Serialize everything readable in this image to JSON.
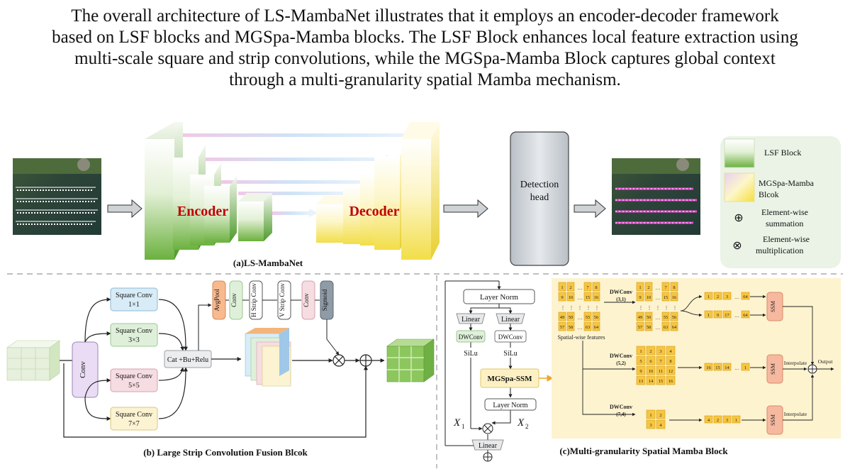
{
  "caption": [
    "The overall architecture of LS-MambaNet illustrates that it employs an encoder-decoder framework",
    "based on LSF blocks and MGSpa-Mamba blocks. The LSF Block enhances local feature extraction using",
    "multi-scale square and strip convolutions, while the MGSpa-Mamba Block captures global context",
    "through a multi-granularity spatial Mamba mechanism."
  ],
  "panel_a": {
    "label": "(a)LS-MambaNet",
    "encoder": "Encoder",
    "decoder": "Decoder",
    "detection_head": [
      "Detection",
      "head"
    ],
    "legend": {
      "lsf": "LSF Block",
      "mgspa": [
        "MGSpa-Mamba",
        "Blcok"
      ],
      "sum_symbol": "⊕",
      "sum": [
        "Element-wise",
        "summation"
      ],
      "mult_symbol": "⊗",
      "mult": [
        "Element-wise",
        "multiplication"
      ]
    }
  },
  "panel_b": {
    "label": "(b) Large Strip Convolution Fusion Blcok",
    "conv": "Conv",
    "square_convs": [
      {
        "name": "Square Conv",
        "size": "1×1",
        "color": "#d8ecf7"
      },
      {
        "name": "Square Conv",
        "size": "3×3",
        "color": "#dff0da"
      },
      {
        "name": "Square Conv",
        "size": "5×5",
        "color": "#f6dde2"
      },
      {
        "name": "Square Conv",
        "size": "7×7",
        "color": "#fbf3d2"
      }
    ],
    "cat": "Cat +Bu+Relu",
    "strip_ops": [
      {
        "label": "AvgPool",
        "color": "#f7b98e"
      },
      {
        "label": "Conv",
        "color": "#dff0da"
      },
      {
        "label": "H Strip Conv",
        "color": "#ffffff"
      },
      {
        "label": "V Strip Conv",
        "color": "#ffffff"
      },
      {
        "label": "Conv",
        "color": "#f6dde2"
      },
      {
        "label": "Sigmoid",
        "color": "#8f9ba6"
      }
    ]
  },
  "panel_c": {
    "label": "(c)Multi-granularity Spatial Mamba Block",
    "layer_norm": "Layer Norm",
    "linear": "Linear",
    "dwconv": "DWConv",
    "silu": "SiLu",
    "mgspa_ssm": "MGSpa-SSM",
    "x1": "X",
    "x1_sub": "1",
    "x2": "X",
    "x2_sub": "2",
    "spatial_features": "Spatial-wise features",
    "grid_rows": [
      [
        "1",
        "2",
        "…",
        "7",
        "8"
      ],
      [
        "9",
        "10",
        "…",
        "15",
        "16"
      ],
      [
        "⋮",
        "⋮",
        "⋮",
        "⋮",
        "⋮"
      ],
      [
        "49",
        "50",
        "…",
        "55",
        "56"
      ],
      [
        "57",
        "58",
        "…",
        "63",
        "64"
      ]
    ],
    "dw1": [
      "DWConv",
      "(3,1)"
    ],
    "dw2": [
      "DWConv",
      "(5,2)"
    ],
    "dw3": [
      "DWConv",
      "(7,4)"
    ],
    "grid2": [
      [
        "1",
        "2",
        "3",
        "4"
      ],
      [
        "5",
        "6",
        "7",
        "8"
      ],
      [
        "9",
        "10",
        "11",
        "12"
      ],
      [
        "13",
        "14",
        "15",
        "16"
      ]
    ],
    "grid3": [
      [
        "1",
        "2"
      ],
      [
        "3",
        "4"
      ]
    ],
    "seq_a": [
      "1",
      "2",
      "3",
      "…",
      "64"
    ],
    "seq_b": [
      "1",
      "9",
      "17",
      "…",
      "64"
    ],
    "seq_c": [
      "16",
      "15",
      "14",
      "…",
      "1"
    ],
    "seq_d": [
      "4",
      "2",
      "3",
      "1"
    ],
    "ssm": "SSM",
    "interpolate": "Interpolate",
    "output": "Output"
  }
}
